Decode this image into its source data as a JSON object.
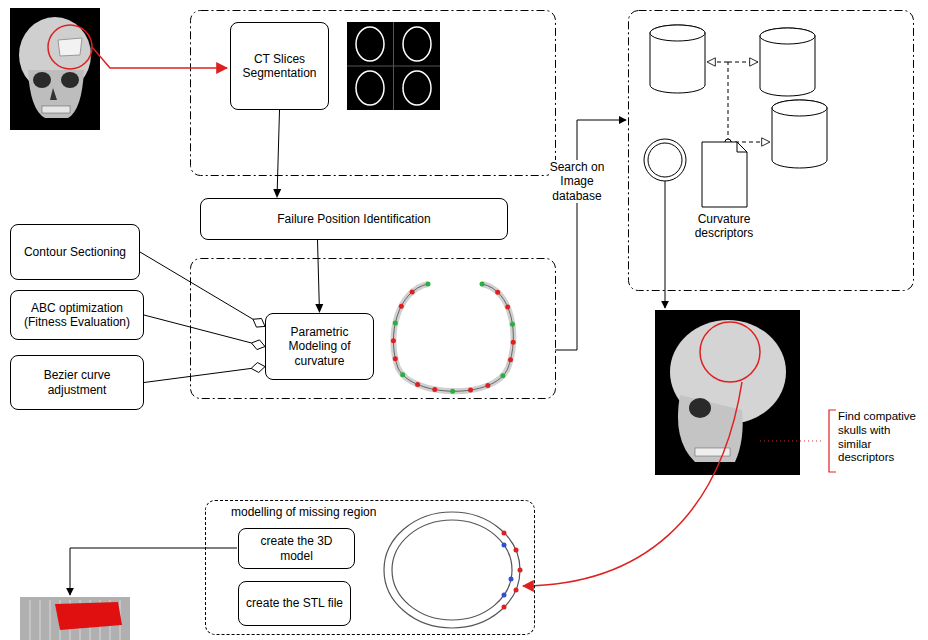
{
  "diagram": {
    "nodes": [
      {
        "text": [
          "CT Slices Segmentation"
        ]
      },
      {
        "text": [
          "Failure Position Identification"
        ]
      },
      {
        "text": [
          "Contour Sectioning"
        ]
      },
      {
        "text": [
          "ABC optimization (Fitness Evaluation)"
        ]
      },
      {
        "text": [
          "Bezier curve adjustment"
        ]
      },
      {
        "text": [
          "Parametric Modeling of curvature"
        ]
      },
      {
        "text": [
          "Curvature descriptors"
        ]
      },
      {
        "text": [
          "modelling of missing region"
        ]
      },
      {
        "text": [
          "create the 3D model"
        ],
        "in": 7
      },
      {
        "text": [
          "create the STL file"
        ],
        "in": 7
      }
    ],
    "edges": [
      {
        "from": 0,
        "to": 1,
        "arrow": "to"
      },
      {
        "from": 1,
        "to": 5,
        "arrow": "to"
      },
      {
        "from": 2,
        "to": 5,
        "arrow": "to"
      },
      {
        "from": 3,
        "to": 5,
        "arrow": "to"
      },
      {
        "from": 4,
        "to": 5,
        "arrow": "to"
      }
    ],
    "labels": [
      "Search on Image database",
      "Find compative skulls with similar descriptors"
    ]
  }
}
